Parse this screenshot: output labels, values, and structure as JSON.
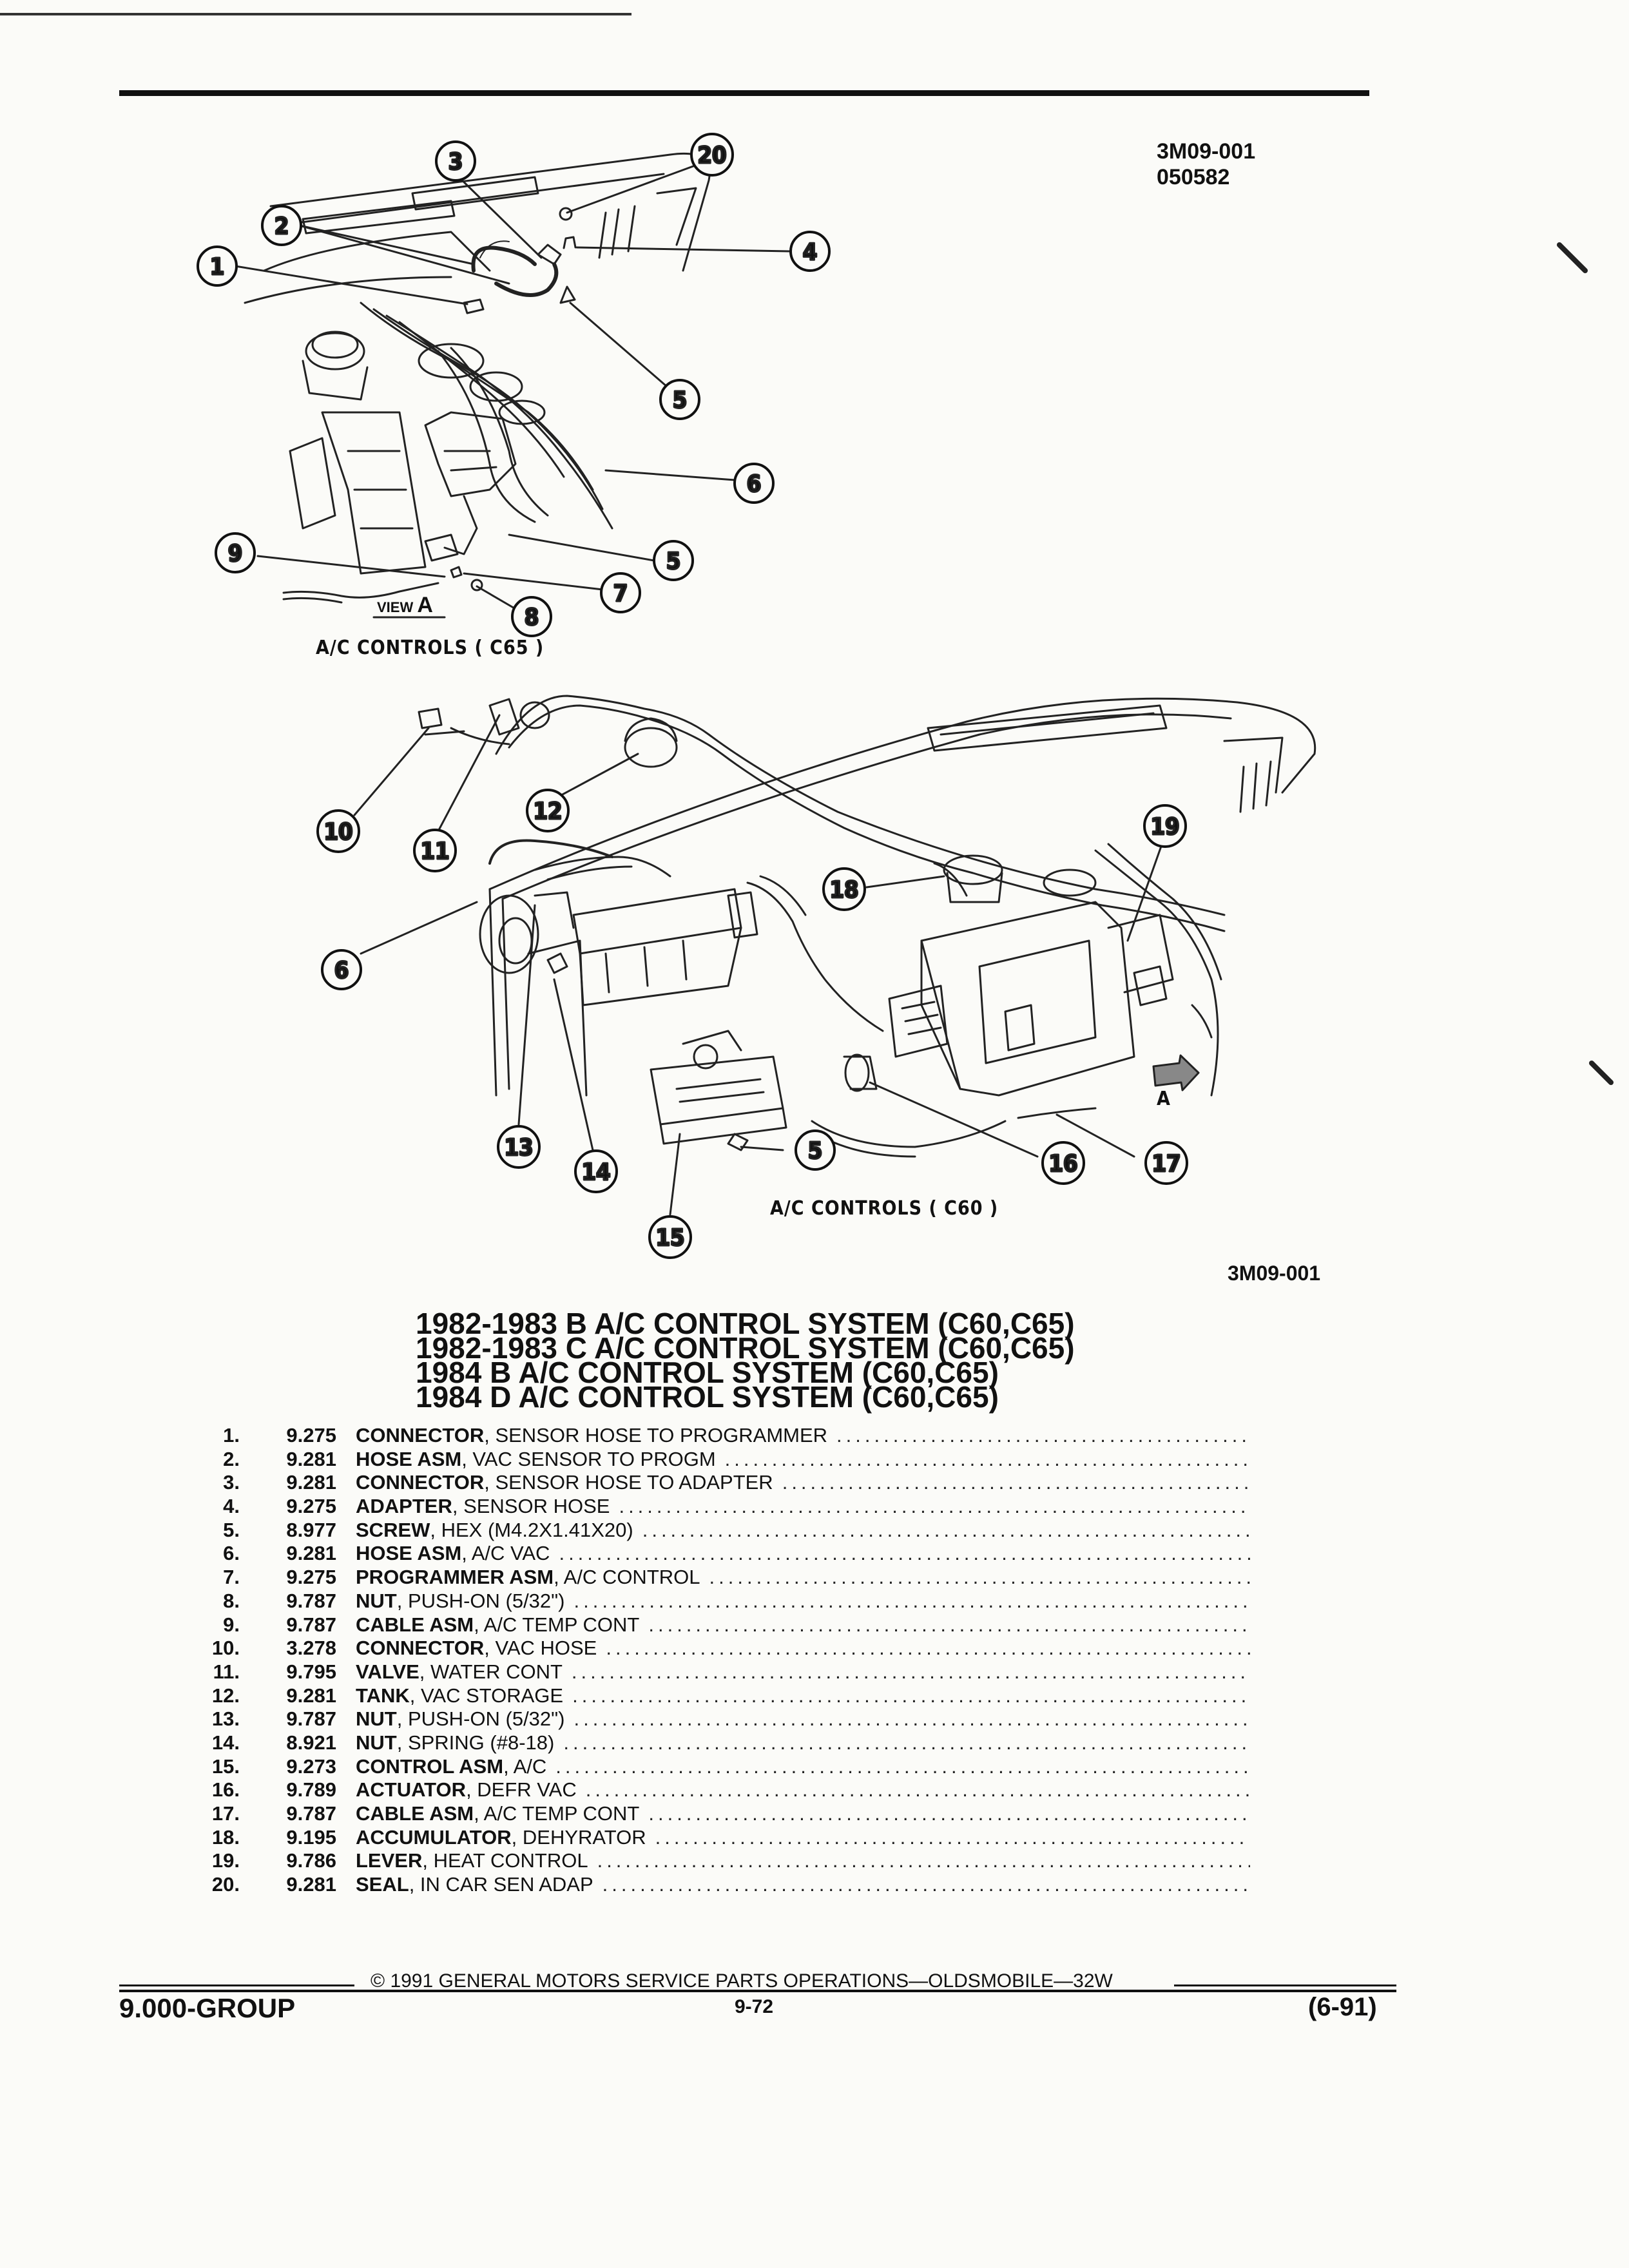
{
  "drawing_ref": {
    "code": "3M09-001",
    "date_code": "050582"
  },
  "top_view": {
    "caption": "A/C CONTROLS ( C65 )",
    "view_label": "VIEW",
    "view_letter": "A"
  },
  "bottom_view": {
    "caption": "A/C CONTROLS ( C60 )",
    "arrow_letter": "A"
  },
  "figure_ref": "3M09-001",
  "headings": [
    "1982-1983 B A/C CONTROL SYSTEM (C60,C65)",
    "1982-1983 C A/C CONTROL SYSTEM (C60,C65)",
    "1984 B A/C CONTROL SYSTEM (C60,C65)",
    "1984 D A/C CONTROL SYSTEM (C60,C65)"
  ],
  "parts": [
    {
      "num": "1.",
      "group": "9.275",
      "name": "CONNECTOR",
      "desc": " , SENSOR HOSE TO PROGRAMMER"
    },
    {
      "num": "2.",
      "group": "9.281",
      "name": "HOSE ASM",
      "desc": " , VAC SENSOR TO PROGM"
    },
    {
      "num": "3.",
      "group": "9.281",
      "name": "CONNECTOR",
      "desc": " , SENSOR HOSE TO ADAPTER"
    },
    {
      "num": "4.",
      "group": "9.275",
      "name": "ADAPTER",
      "desc": " , SENSOR HOSE"
    },
    {
      "num": "5.",
      "group": "8.977",
      "name": "SCREW",
      "desc": " , HEX (M4.2X1.41X20)"
    },
    {
      "num": "6.",
      "group": "9.281",
      "name": "HOSE ASM",
      "desc": " , A/C VAC"
    },
    {
      "num": "7.",
      "group": "9.275",
      "name": "PROGRAMMER ASM",
      "desc": " , A/C CONTROL"
    },
    {
      "num": "8.",
      "group": "9.787",
      "name": "NUT",
      "desc": " , PUSH-ON (5/32\")"
    },
    {
      "num": "9.",
      "group": "9.787",
      "name": "CABLE ASM",
      "desc": " , A/C TEMP CONT"
    },
    {
      "num": "10.",
      "group": "3.278",
      "name": "CONNECTOR",
      "desc": " , VAC HOSE"
    },
    {
      "num": "11.",
      "group": "9.795",
      "name": "VALVE",
      "desc": " , WATER CONT"
    },
    {
      "num": "12.",
      "group": "9.281",
      "name": "TANK",
      "desc": " , VAC STORAGE"
    },
    {
      "num": "13.",
      "group": "9.787",
      "name": "NUT",
      "desc": " , PUSH-ON (5/32\")"
    },
    {
      "num": "14.",
      "group": "8.921",
      "name": "NUT",
      "desc": " , SPRING (#8-18)"
    },
    {
      "num": "15.",
      "group": "9.273",
      "name": "CONTROL ASM",
      "desc": " , A/C"
    },
    {
      "num": "16.",
      "group": "9.789",
      "name": "ACTUATOR",
      "desc": " , DEFR VAC"
    },
    {
      "num": "17.",
      "group": "9.787",
      "name": "CABLE ASM",
      "desc": " , A/C TEMP CONT"
    },
    {
      "num": "18.",
      "group": "9.195",
      "name": "ACCUMULATOR",
      "desc": " , DEHYRATOR"
    },
    {
      "num": "19.",
      "group": "9.786",
      "name": "LEVER",
      "desc": " , HEAT CONTROL"
    },
    {
      "num": "20.",
      "group": "9.281",
      "name": "SEAL",
      "desc": " , IN CAR SEN ADAP"
    }
  ],
  "callouts": {
    "c1": "1",
    "c2": "2",
    "c3": "3",
    "c4": "4",
    "c5": "5",
    "c6": "6",
    "c7": "7",
    "c8": "8",
    "c9": "9",
    "c20": "20",
    "b5": "5",
    "b6": "6",
    "b10": "10",
    "b11": "11",
    "b12": "12",
    "b13": "13",
    "b14": "14",
    "b15": "15",
    "b16": "16",
    "b17": "17",
    "b18": "18",
    "b19": "19"
  },
  "footer": {
    "copyright": "© 1991 GENERAL MOTORS SERVICE PARTS OPERATIONS—OLDSMOBILE—32W",
    "group": "9.000-GROUP",
    "page": "9-72",
    "date": "(6-91)"
  }
}
